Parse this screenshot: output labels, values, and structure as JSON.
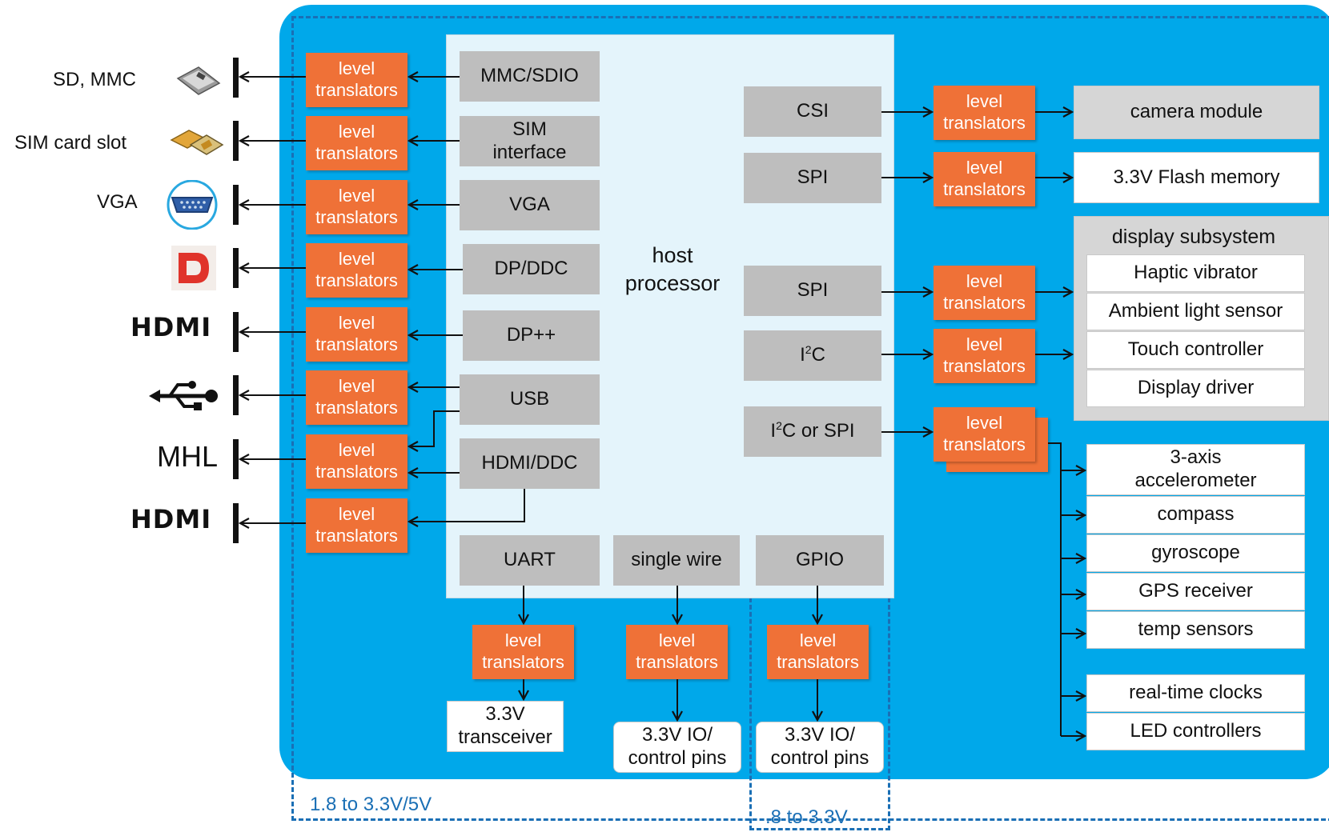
{
  "host": {
    "label_line1": "host",
    "label_line2": "processor"
  },
  "level_translator": {
    "line1": "level",
    "line2": "translators"
  },
  "left_ports": [
    {
      "label": "SD, MMC",
      "icon": "sd-card-icon",
      "interface_line1": "MMC/SDIO",
      "interface_line2": ""
    },
    {
      "label": "SIM card slot",
      "icon": "sim-card-icon",
      "interface_line1": "SIM",
      "interface_line2": "interface"
    },
    {
      "label": "VGA",
      "icon": "vga-connector-icon",
      "interface_line1": "VGA",
      "interface_line2": ""
    },
    {
      "label": "",
      "icon": "displayport-logo-icon",
      "interface_line1": "DP/DDC",
      "interface_line2": ""
    },
    {
      "label": "HDMI",
      "icon": "hdmi-logo-icon",
      "interface_line1": "DP++",
      "interface_line2": ""
    },
    {
      "label": "",
      "icon": "usb-symbol-icon",
      "interface_line1": "USB",
      "interface_line2": ""
    },
    {
      "label": "MHL",
      "icon": "",
      "interface_line1": "HDMI/DDC",
      "interface_line2": ""
    },
    {
      "label": "HDMI",
      "icon": "hdmi-logo-icon",
      "interface_line1": "",
      "interface_line2": ""
    }
  ],
  "right_interfaces": {
    "csi": "CSI",
    "spi1": "SPI",
    "spi2": "SPI",
    "i2c": "C",
    "i2c_prefix": "I",
    "i2c_sup": "2",
    "i2c_or_spi_prefix": "I",
    "i2c_or_spi_sup": "2",
    "i2c_or_spi_rest": "C or SPI"
  },
  "right_targets": {
    "camera": "camera module",
    "flash": "3.3V Flash memory",
    "display_title": "display subsystem",
    "display_items": [
      "Haptic vibrator",
      "Ambient light sensor",
      "Touch controller",
      "Display driver"
    ],
    "sensors": [
      "3-axis accelerometer",
      "compass",
      "gyroscope",
      "GPS receiver",
      "temp sensors"
    ],
    "misc": [
      "real-time clocks",
      "LED controllers"
    ]
  },
  "bottom": {
    "uart": "UART",
    "single_wire": "single wire",
    "gpio": "GPIO",
    "transceiver_line1": "3.3V",
    "transceiver_line2": "transceiver",
    "io_line1": "3.3V IO/",
    "io_line2": "control pins"
  },
  "voltage_labels": {
    "main": "1.8 to 3.3V/5V",
    "gpio": ".8 to 3.3V"
  },
  "colors": {
    "panel": "#00a8ea",
    "translator": "#ef7137",
    "interface": "#bebebe",
    "host": "#e4f4fb",
    "dashed": "#1a6fb5"
  }
}
